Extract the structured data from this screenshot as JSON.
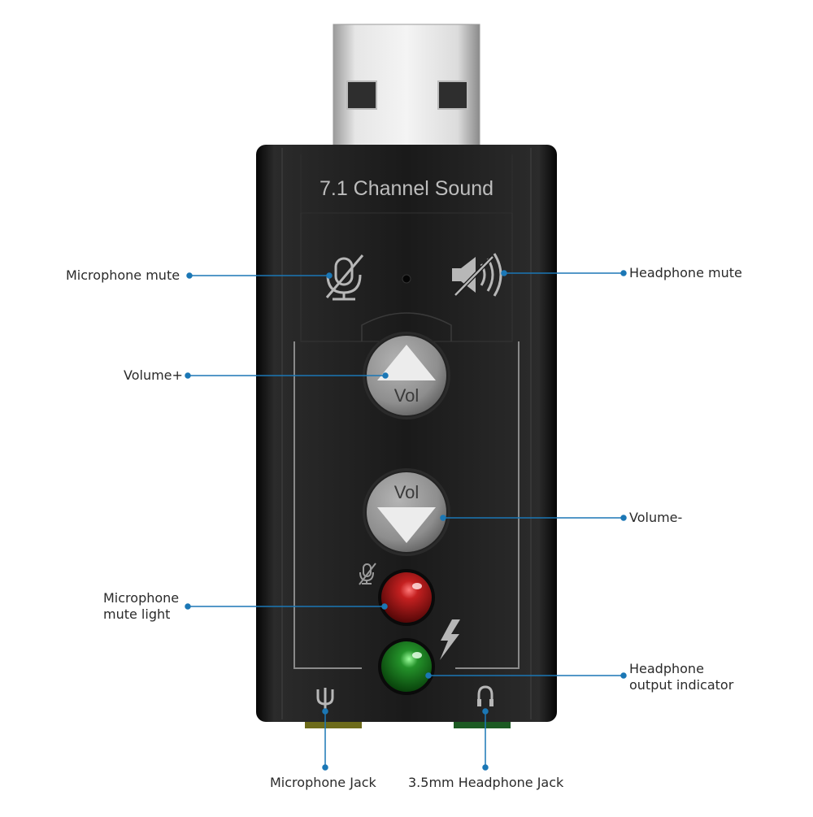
{
  "device": {
    "title": "7.1 Channel Sound",
    "volume_up_label": "Vol",
    "volume_down_label": "Vol",
    "mute_light_color": "#a01818",
    "output_light_color": "#1e7a1e"
  },
  "labels": {
    "microphone_mute": "Microphone mute",
    "headphone_mute": "Headphone mute",
    "volume_plus": "Volume+",
    "volume_minus": "Volume-",
    "microphone_mute_light": "Microphone\nmute light",
    "headphone_output_indicator": "Headphone\noutput indicator",
    "microphone_jack": "Microphone Jack",
    "headphone_jack": "3.5mm Headphone Jack"
  },
  "colors": {
    "callout_line": "#1b77b5",
    "device_body": "#141414"
  }
}
